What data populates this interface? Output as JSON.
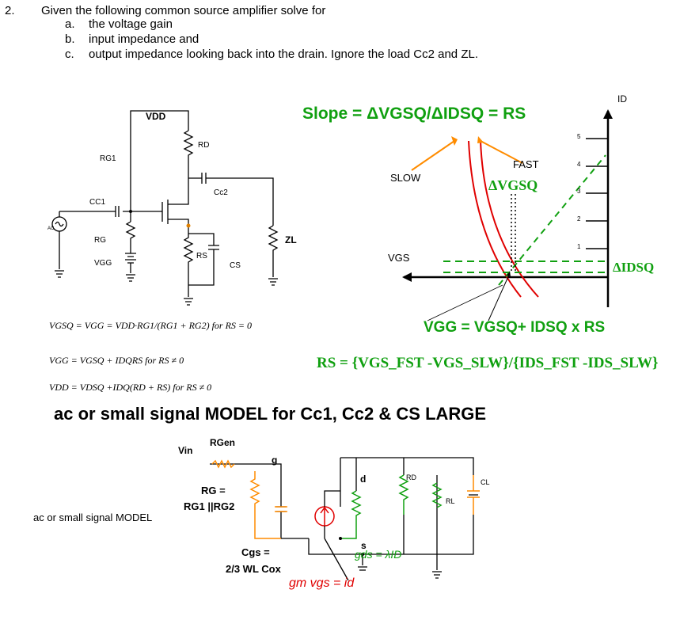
{
  "question": {
    "number": "2.",
    "intro": "Given the following common source amplifier solve for",
    "parts": [
      {
        "letter": "a.",
        "text": "the voltage gain"
      },
      {
        "letter": "b.",
        "text": "input impedance and"
      },
      {
        "letter": "c.",
        "text": "output impedance looking back into the drain. Ignore the load Cc2 and ZL."
      }
    ]
  },
  "schematic": {
    "vdd": "VDD",
    "rg1": "RG1",
    "rd": "RD",
    "cc1": "CC1",
    "cc2": "Cc2",
    "rg": "RG",
    "vgg": "VGG",
    "rs": "RS",
    "cs": "CS",
    "zl": "ZL",
    "ac": "AC"
  },
  "graph": {
    "slope_title": "Slope = ΔVGSQ/ΔIDSQ = RS",
    "id_axis": "ID",
    "vgs_axis": "VGS",
    "slow": "SLOW",
    "fast": "FAST",
    "delta_vgsq": "ΔVGSQ",
    "delta_idsq": "ΔIDSQ",
    "ticks": [
      "5",
      "4",
      "3",
      "2",
      "1"
    ],
    "vgg_eq": "VGG = VGSQ+ IDSQ x RS",
    "rs_eq": "RS = {VGS_FST -VGS_SLW}/{IDS_FST -IDS_SLW}"
  },
  "equations": {
    "eq1": "VGSQ = VGG = VDD·RG1/(RG1 + RG2)   for  RS = 0",
    "eq2": "VGG = VGSQ + IDQRS     for  RS ≠ 0",
    "eq3": "VDD = VDSQ +IDQ(RD + RS)     for  RS ≠ 0"
  },
  "model": {
    "title": "ac or small signal MODEL for Cc1, Cc2 & CS LARGE",
    "side_label": "ac or small signal MODEL",
    "vin": "Vin",
    "rgen": "RGen",
    "g": "g",
    "rg_eq1": "RG =",
    "rg_eq2": "RG1 ||RG2",
    "d": "d",
    "rd": "RD",
    "cl": "CL",
    "rl": "RL",
    "s": "s",
    "cgs1": "Cgs =",
    "cgs2": "2/3 WL Cox",
    "gds": "gds = λID",
    "gm": "gm vgs = id"
  },
  "colors": {
    "green": "#10a010",
    "red": "#e00000",
    "orange": "#ff8c00",
    "blue": "#1a4fd0"
  }
}
